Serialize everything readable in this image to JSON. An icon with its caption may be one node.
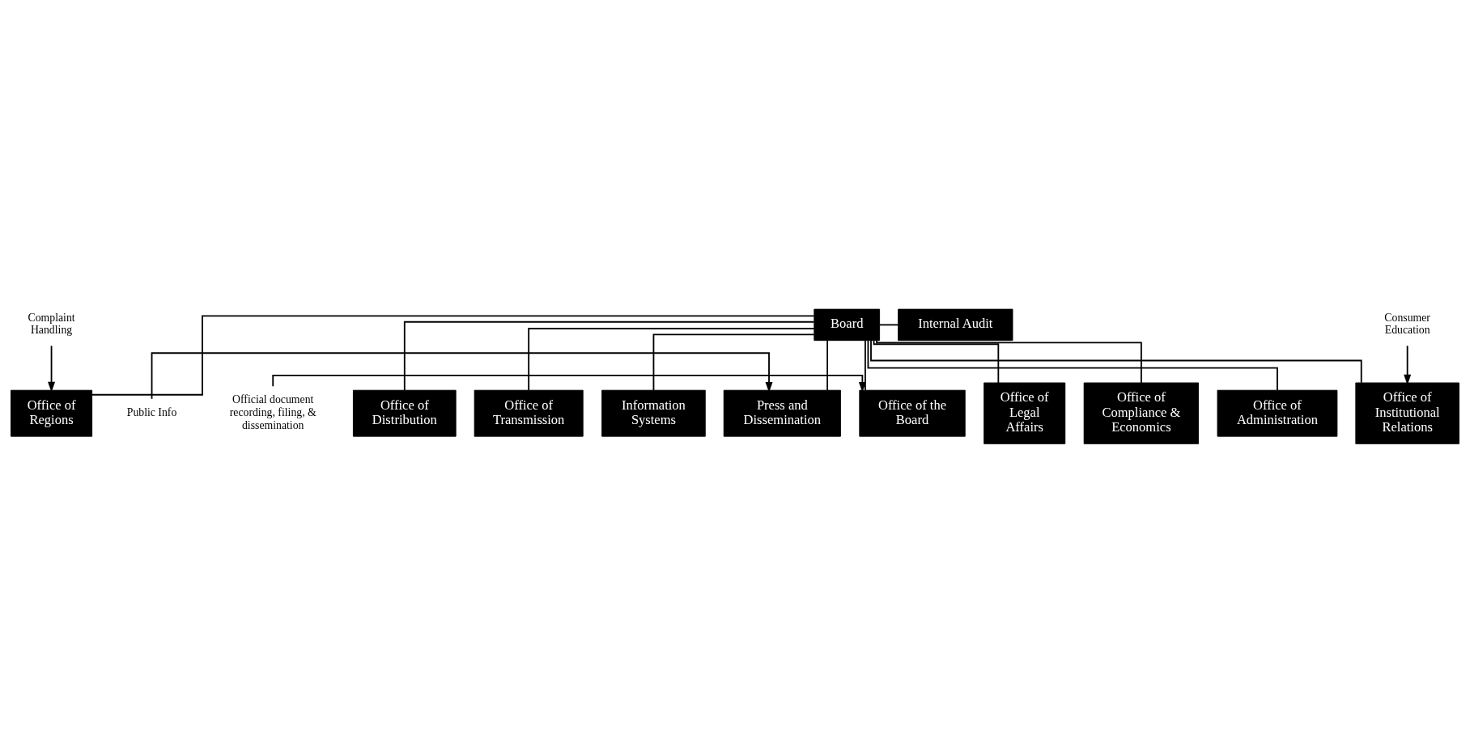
{
  "diagram": {
    "nodes": [
      {
        "text": [
          "Board"
        ]
      },
      {
        "text": [
          "Internal Audit"
        ]
      },
      {
        "text": [
          "Public Info"
        ]
      },
      {
        "text": [
          "Press and Dissemination"
        ]
      },
      {
        "text": [
          "Information Systems"
        ]
      },
      {
        "text": [
          "Office of the Board"
        ]
      },
      {
        "text": [
          "Official document recording, filing, & dissemination"
        ]
      },
      {
        "text": [
          "Office of Legal Affairs"
        ]
      },
      {
        "text": [
          "Office of Regions"
        ]
      },
      {
        "text": [
          "Office of Compliance & Economics"
        ]
      },
      {
        "text": [
          "Office of Institutional Relations"
        ]
      },
      {
        "text": [
          "Office of Administration"
        ]
      },
      {
        "text": [
          "Office of Distribution"
        ]
      },
      {
        "text": [
          "Office of Transmission"
        ]
      },
      {
        "text": [
          "Complaint Handling"
        ]
      },
      {
        "text": [
          "Consumer Education"
        ]
      }
    ],
    "edges": [
      {
        "from": 0,
        "to": 1,
        "arrow": "none"
      },
      {
        "from": 0,
        "to": 3,
        "arrow": "none"
      },
      {
        "from": 0,
        "to": 4,
        "arrow": "none"
      },
      {
        "from": 0,
        "to": 5,
        "arrow": "none"
      },
      {
        "from": 0,
        "to": 7,
        "arrow": "none"
      },
      {
        "from": 0,
        "to": 8,
        "arrow": "none"
      },
      {
        "from": 0,
        "to": 9,
        "arrow": "none"
      },
      {
        "from": 0,
        "to": 10,
        "arrow": "none"
      },
      {
        "from": 0,
        "to": 11,
        "arrow": "none"
      },
      {
        "from": 0,
        "to": 12,
        "arrow": "none"
      },
      {
        "from": 0,
        "to": 13,
        "arrow": "none"
      },
      {
        "from": 2,
        "to": 3,
        "arrow": "to"
      },
      {
        "from": 6,
        "to": 5,
        "arrow": "to"
      },
      {
        "from": 14,
        "to": 8,
        "arrow": "to"
      },
      {
        "from": 15,
        "to": 10,
        "arrow": "to"
      }
    ]
  }
}
